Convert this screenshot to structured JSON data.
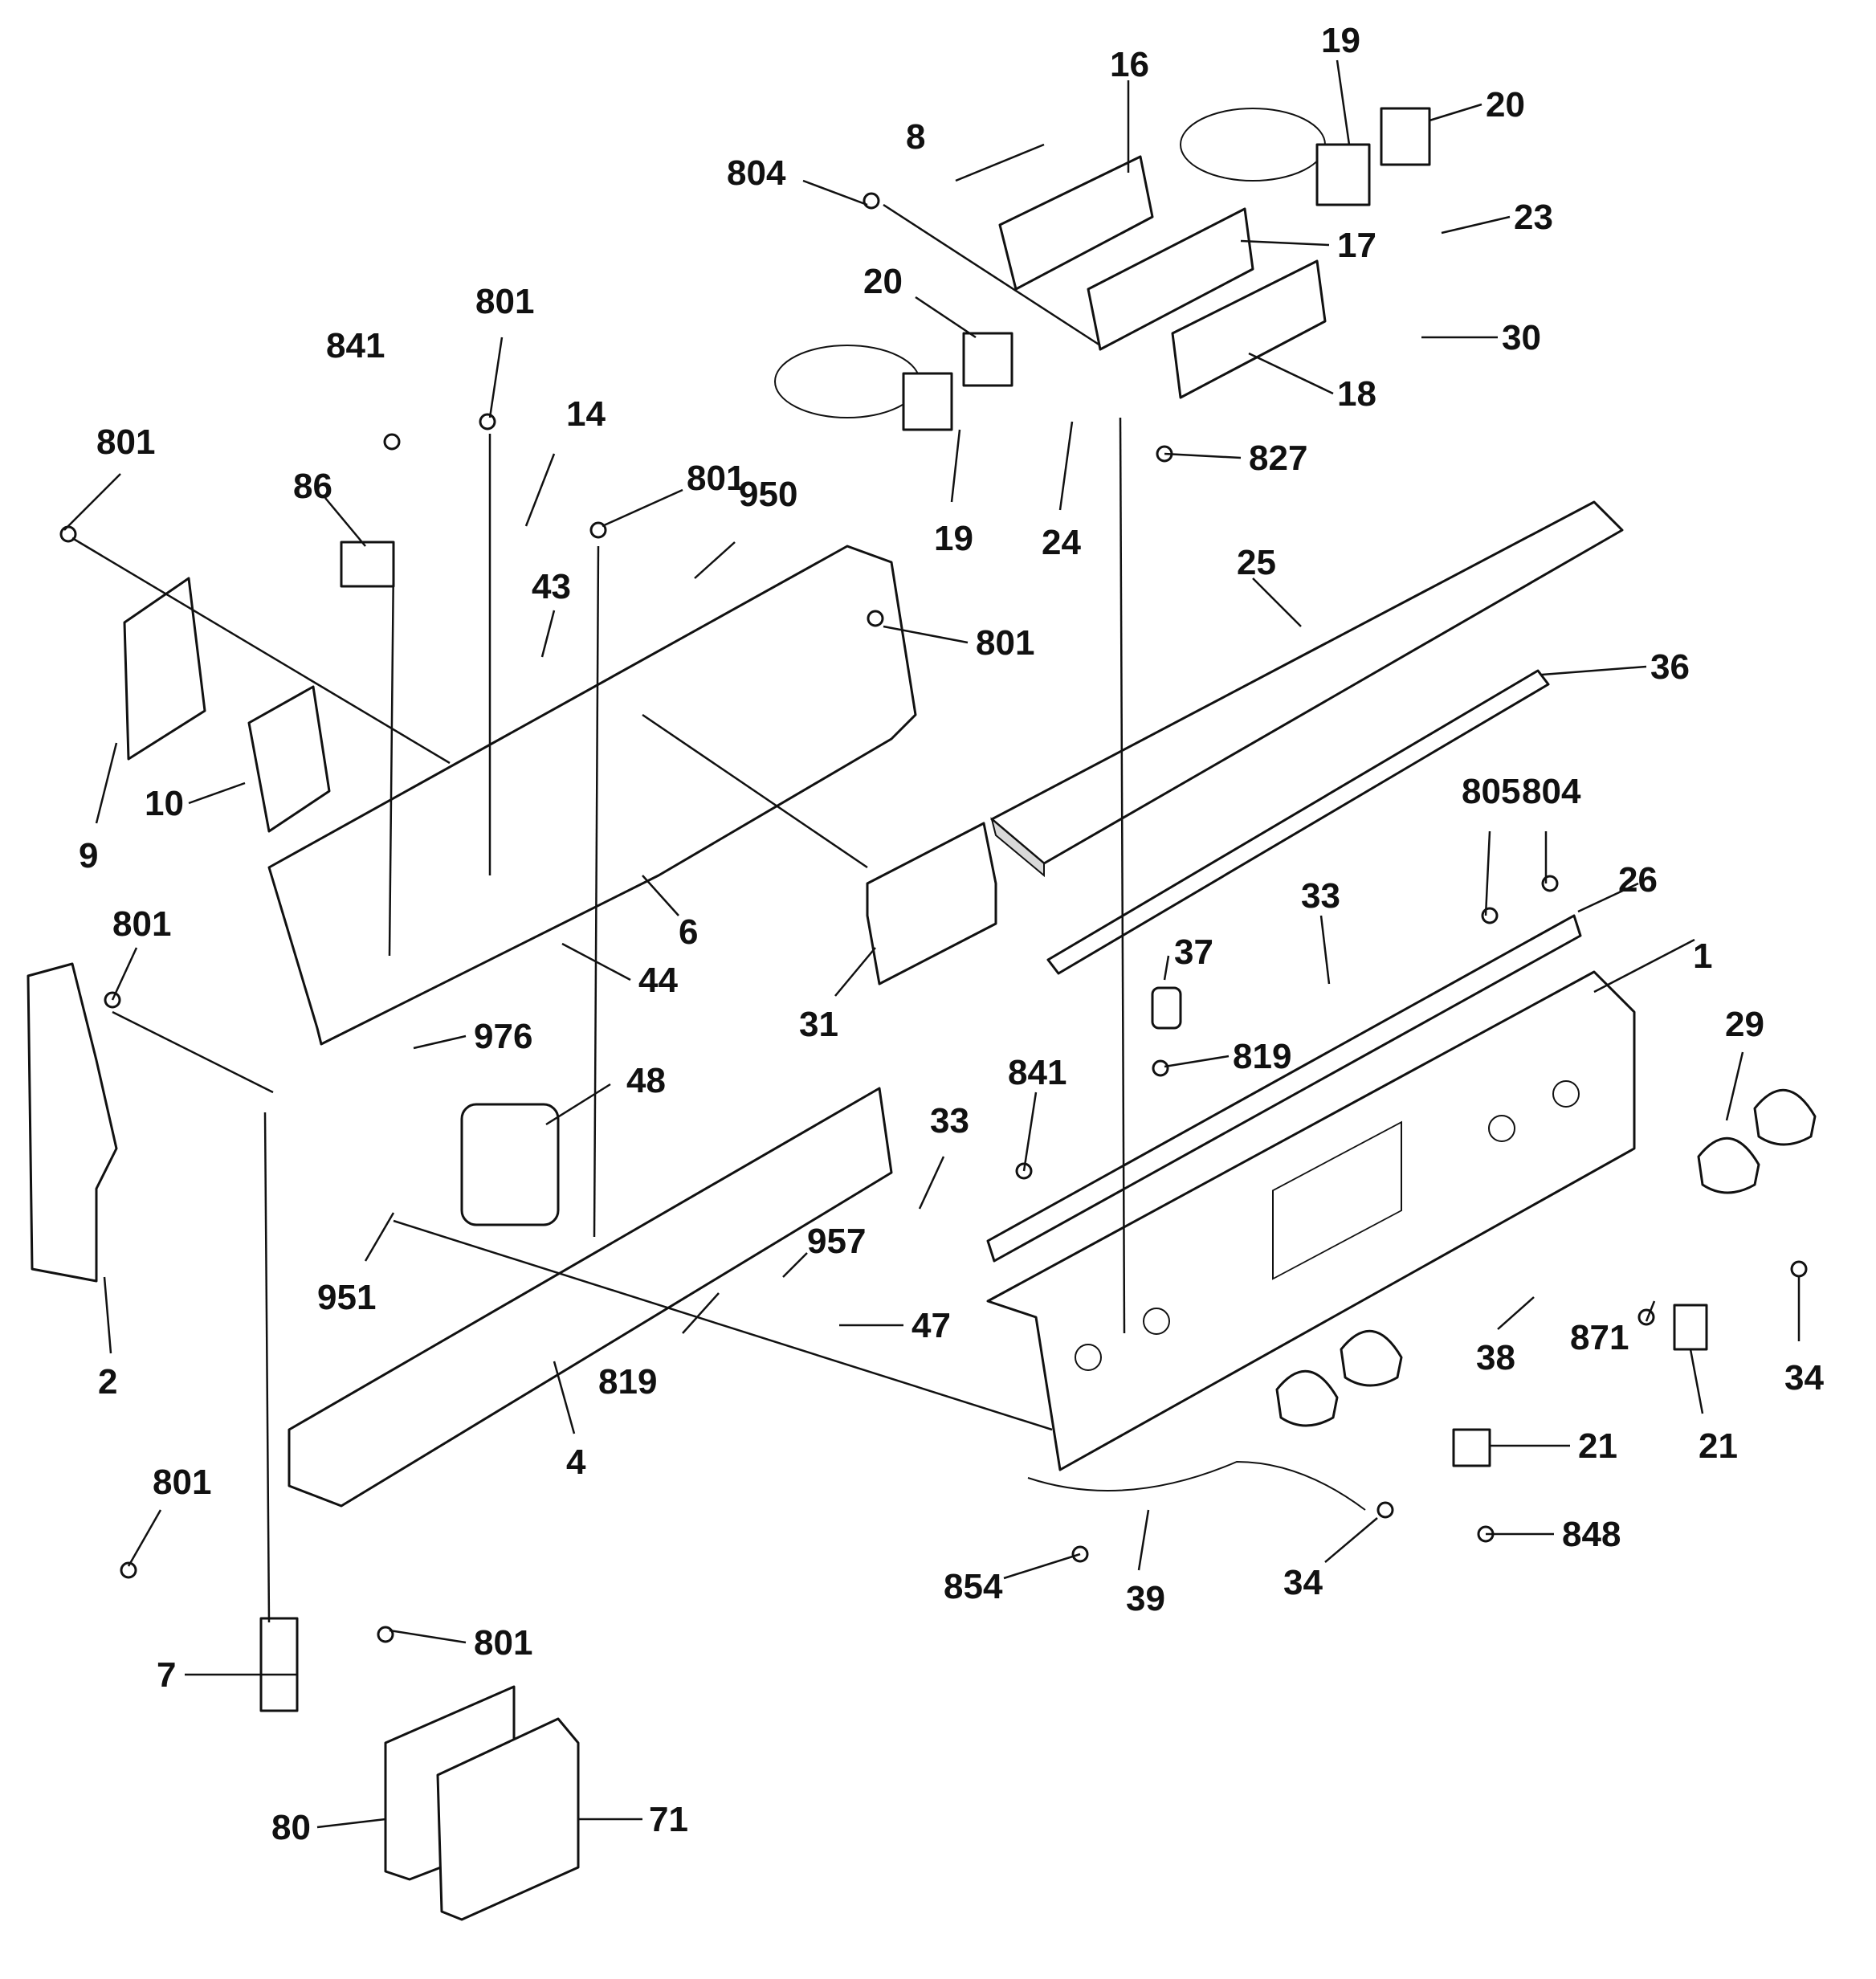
{
  "diagram": {
    "callouts": [
      "1",
      "2",
      "4",
      "6",
      "7",
      "8",
      "9",
      "10",
      "14",
      "16",
      "17",
      "18",
      "19",
      "19",
      "20",
      "20",
      "21",
      "21",
      "23",
      "24",
      "25",
      "26",
      "29",
      "30",
      "31",
      "33",
      "33",
      "34",
      "34",
      "36",
      "37",
      "38",
      "39",
      "43",
      "44",
      "47",
      "48",
      "71",
      "80",
      "86",
      "801",
      "801",
      "801",
      "801",
      "801",
      "801",
      "801",
      "804",
      "804",
      "805",
      "819",
      "819",
      "827",
      "841",
      "841",
      "848",
      "854",
      "871",
      "950",
      "951",
      "957",
      "976"
    ]
  }
}
